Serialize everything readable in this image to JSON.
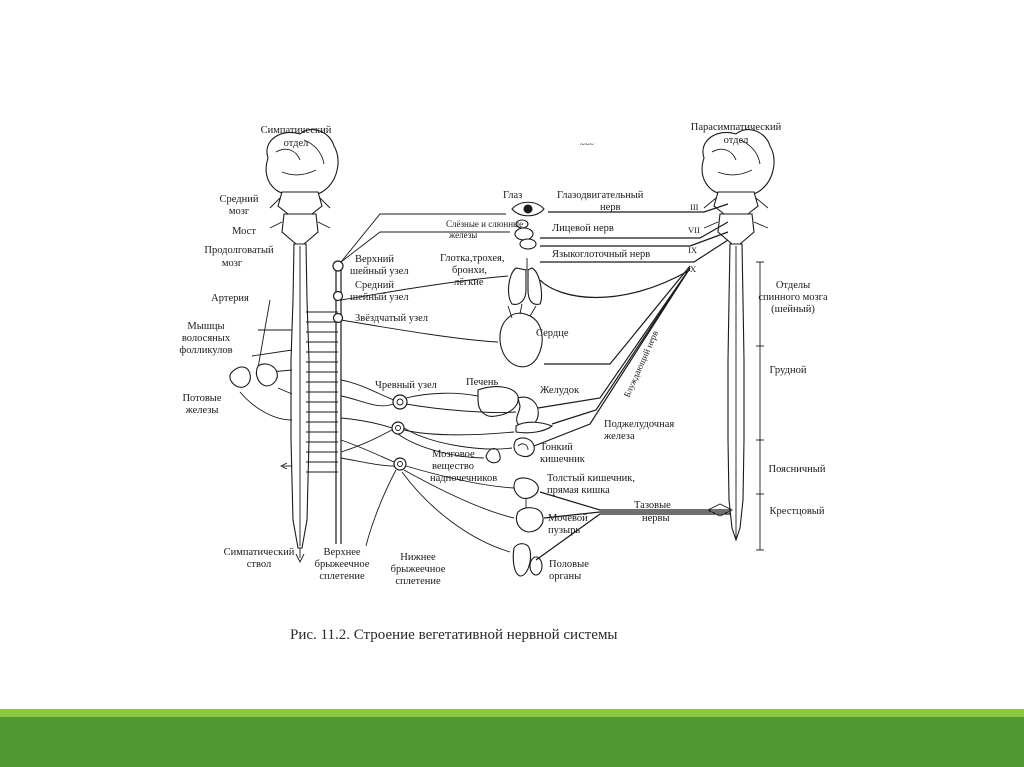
{
  "caption": "Рис. 11.2. Строение вегетативной нервной системы",
  "sympathetic": {
    "title_1": "Симпатический",
    "title_2": "отдел",
    "midbrain_1": "Средний",
    "midbrain_2": "мозг",
    "pons": "Мост",
    "medulla_1": "Продолговатый",
    "medulla_2": "мозг",
    "artery": "Артерия",
    "hair_1": "Мышцы",
    "hair_2": "волосяных",
    "hair_3": "фолликулов",
    "sweat_1": "Потовые",
    "sweat_2": "железы",
    "trunk_1": "Симпатический",
    "trunk_2": "ствол"
  },
  "ganglia": {
    "upper_1": "Верхний",
    "upper_2": "шейный узел",
    "middle_1": "Средний",
    "middle_2": "шейный узел",
    "stellate": "Звёздчатый узел",
    "celiac": "Чревный узел",
    "sup_mes_1": "Верхнее",
    "sup_mes_2": "брыжеечное",
    "sup_mes_3": "сплетение",
    "inf_mes_1": "Нижнее",
    "inf_mes_2": "брыжеечное",
    "inf_mes_3": "сплетение"
  },
  "organs": {
    "eye": "Глаз",
    "lacrimal_1": "Слёзные и слюнные",
    "lacrimal_2": "железы",
    "throat_1": "Глотка,трохея,",
    "throat_2": "бронхи,",
    "throat_3": "лёгкие",
    "heart": "Сердце",
    "liver": "Печень",
    "stomach": "Желудок",
    "pancreas_1": "Поджелудочная",
    "pancreas_2": "железа",
    "small_int_1": "Тонкий",
    "small_int_2": "кишечник",
    "adrenal_1": "Мозговое",
    "adrenal_2": "вещество",
    "adrenal_3": "надпочечников",
    "colon_1": "Толстый кишечник,",
    "colon_2": "прямая кишка",
    "bladder_1": "Мочевой",
    "bladder_2": "пузырь",
    "genital_1": "Половые",
    "genital_2": "органы"
  },
  "nerves": {
    "oculomotor_1": "Глазодвигательный",
    "oculomotor_2": "нерв",
    "facial": "Лицевой нерв",
    "glossopharyngeal": "Языкоглоточный нерв",
    "vagus": "Блуждающий нерв",
    "pelvic_1": "Тазовые",
    "pelvic_2": "нервы"
  },
  "roman": {
    "iii": "III",
    "vii": "VII",
    "ix": "IX",
    "x": "X"
  },
  "parasympathetic": {
    "title_1": "Парасимпатический",
    "title_2": "отдел",
    "sections_1": "Отделы",
    "sections_2": "спинного мозга",
    "sections_3": "(шейный)",
    "thoracic": "Грудной",
    "lumbar": "Поясничный",
    "sacral": "Крестцовый"
  }
}
